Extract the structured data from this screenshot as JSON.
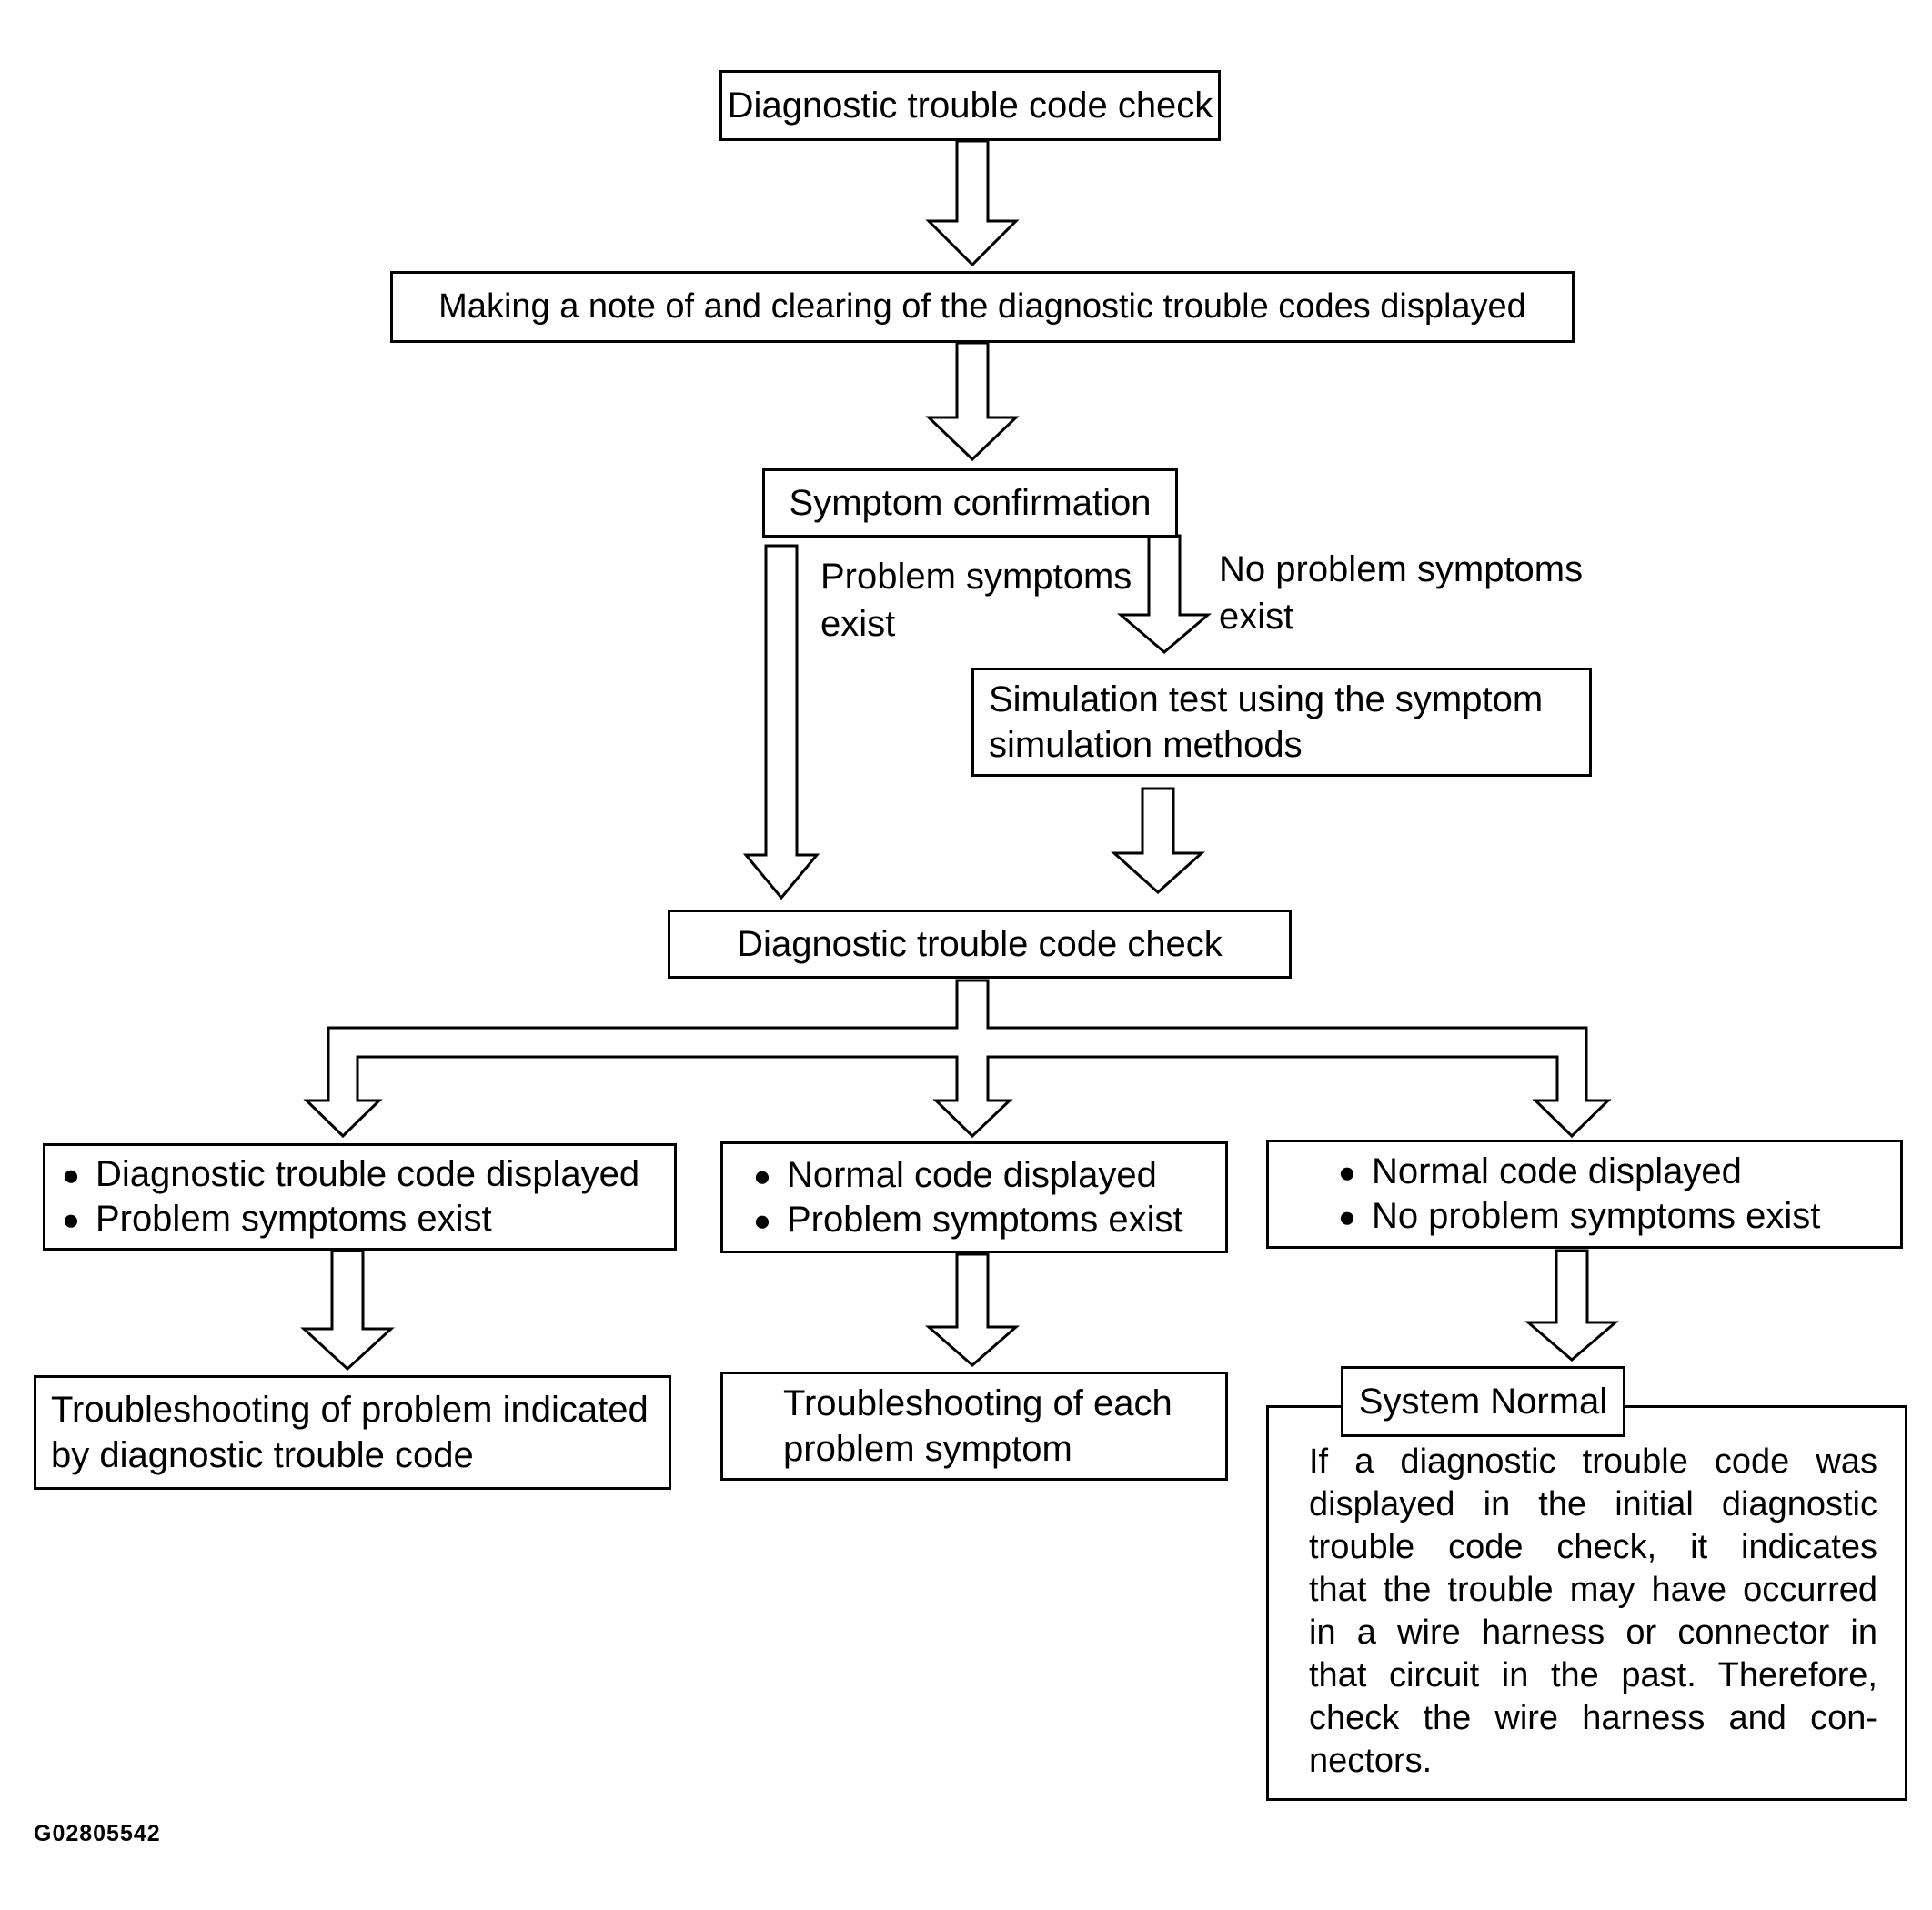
{
  "page": {
    "background": "#ffffff",
    "ink": "#000000"
  },
  "figure_id": "G02805542",
  "bullet_icon": "●",
  "flow": {
    "step1": "Diagnostic trouble code check",
    "step2": "Making a note of and clearing of the diagnostic trouble codes displayed",
    "step3": "Symptom confirmation",
    "branch_left": [
      "Problem symptoms",
      "exist"
    ],
    "branch_right": [
      "No problem symptoms",
      "exist"
    ],
    "step4": [
      "Simulation test using the symptom",
      "simulation methods"
    ],
    "step5": "Diagnostic trouble code check",
    "outcome_left": [
      "Diagnostic trouble code displayed",
      "Problem symptoms exist"
    ],
    "outcome_middle": [
      "Normal code displayed",
      "Problem symptoms exist"
    ],
    "outcome_right": [
      "Normal code displayed",
      "No problem symptoms exist"
    ],
    "action_left": [
      "Troubleshooting of problem indicated",
      "by diagnostic trouble code"
    ],
    "action_middle": [
      "Troubleshooting of each",
      "problem symptom"
    ],
    "system_normal": "System Normal",
    "system_normal_note": [
      "If a diagnostic trouble code was",
      "displayed in the initial diagnostic",
      "trouble code check, it indicates",
      "that the trouble may have occurred",
      "in a wire harness or connector in",
      "that circuit in the past. Therefore,",
      "check the wire harness and con-",
      "nectors."
    ]
  }
}
